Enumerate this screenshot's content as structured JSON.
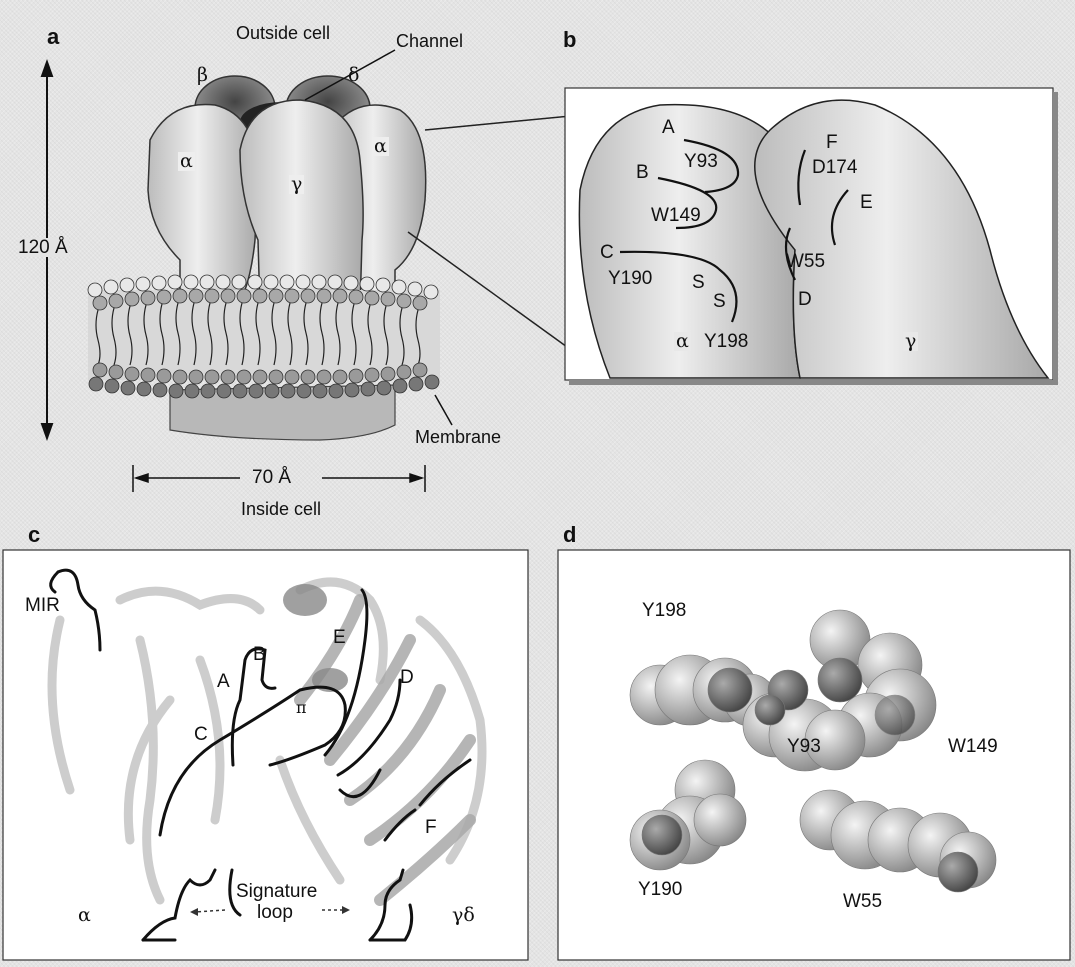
{
  "panels": {
    "a": {
      "label": "a",
      "outside_cell": "Outside cell",
      "channel": "Channel",
      "height": "120 Å",
      "width": "70 Å",
      "inside_cell": "Inside cell",
      "membrane": "Membrane",
      "subunits": {
        "beta": "β",
        "delta": "δ",
        "alpha_left": "α",
        "gamma": "γ",
        "alpha_right": "α"
      }
    },
    "b": {
      "label": "b",
      "loops": {
        "A": "A",
        "B": "B",
        "C": "C",
        "D": "D",
        "E": "E",
        "F": "F"
      },
      "residues": {
        "y93": "Y93",
        "w149": "W149",
        "y190": "Y190",
        "y198": "Y198",
        "d174": "D174",
        "w55": "W55"
      },
      "disulfide": {
        "s1": "S",
        "s2": "S"
      },
      "subunits": {
        "alpha": "α",
        "gamma": "γ"
      }
    },
    "c": {
      "label": "c",
      "mir": "MIR",
      "loops": {
        "A": "A",
        "B": "B",
        "C": "C",
        "D": "D",
        "E": "E",
        "F": "F"
      },
      "pi": "π",
      "signature": "Signature",
      "loop": "loop",
      "alpha": "α",
      "gamma_delta": "γδ"
    },
    "d": {
      "label": "d",
      "residues": {
        "y198": "Y198",
        "y93": "Y93",
        "w149": "W149",
        "y190": "Y190",
        "w55": "W55"
      }
    }
  },
  "colors": {
    "background": "#e4e4e4",
    "panel_bg": "#ffffff",
    "subunit_fill": "#d2d2d2",
    "ribbon": "#b5b5b5",
    "atom": "#bdbdbd",
    "atom_dark": "#555555"
  }
}
